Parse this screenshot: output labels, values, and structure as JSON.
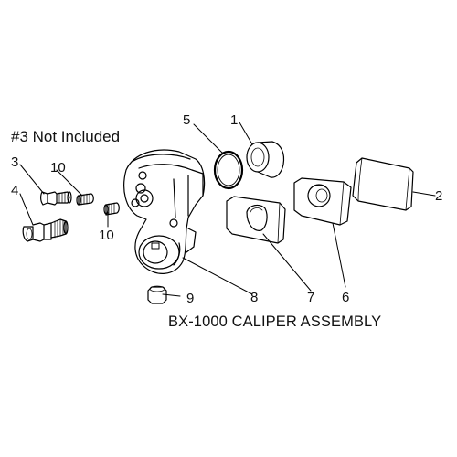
{
  "note": "#3 Not Included",
  "title": "BX-1000 CALIPER ASSEMBLY",
  "callouts": [
    {
      "id": "c1",
      "text": "1"
    },
    {
      "id": "c2",
      "text": "2"
    },
    {
      "id": "c3",
      "text": "3"
    },
    {
      "id": "c4",
      "text": "4"
    },
    {
      "id": "c5",
      "text": "5"
    },
    {
      "id": "c6",
      "text": "6"
    },
    {
      "id": "c7",
      "text": "7"
    },
    {
      "id": "c8",
      "text": "8"
    },
    {
      "id": "c9",
      "text": "9"
    },
    {
      "id": "c10a",
      "text": "10"
    },
    {
      "id": "c10b",
      "text": "10"
    }
  ]
}
